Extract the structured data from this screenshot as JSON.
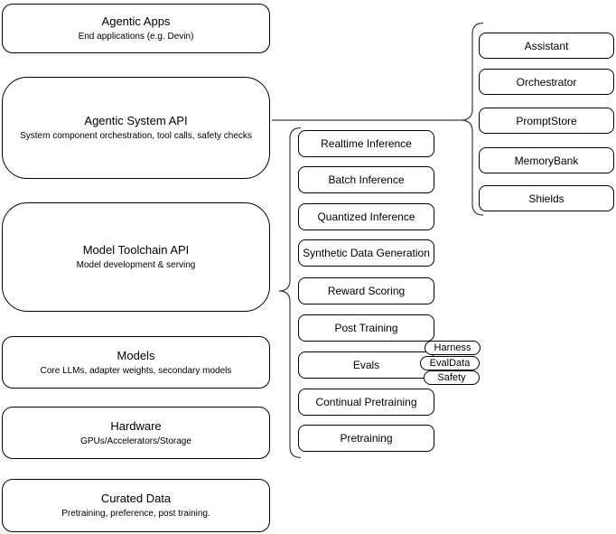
{
  "diagram": {
    "left_stack": [
      {
        "title": "Agentic Apps",
        "subtitle": "End applications (e.g. Devin)"
      },
      {
        "title": "Agentic System API",
        "subtitle": "System component orchestration, tool calls, safety checks"
      },
      {
        "title": "Model Toolchain API",
        "subtitle": "Model development & serving"
      },
      {
        "title": "Models",
        "subtitle": "Core LLMs, adapter weights, secondary models"
      },
      {
        "title": "Hardware",
        "subtitle": "GPUs/Accelerators/Storage"
      },
      {
        "title": "Curated Data",
        "subtitle": "Pretraining, preference, post training."
      }
    ],
    "toolchain_components": [
      {
        "label": "Realtime Inference"
      },
      {
        "label": "Batch Inference"
      },
      {
        "label": "Quantized Inference"
      },
      {
        "label": "Synthetic Data Generation"
      },
      {
        "label": "Reward Scoring"
      },
      {
        "label": "Post Training"
      },
      {
        "label": "Evals"
      },
      {
        "label": "Continual Pretraining"
      },
      {
        "label": "Pretraining"
      }
    ],
    "eval_tags": [
      {
        "label": "Harness"
      },
      {
        "label": "EvalData"
      },
      {
        "label": "Safety"
      }
    ],
    "system_components": [
      {
        "label": "Assistant"
      },
      {
        "label": "Orchestrator"
      },
      {
        "label": "PromptStore"
      },
      {
        "label": "MemoryBank"
      },
      {
        "label": "Shields"
      }
    ],
    "colors": {
      "node_stroke": "#000000",
      "node_fill": "#ffffff",
      "connector": "#3d3d3d"
    }
  }
}
